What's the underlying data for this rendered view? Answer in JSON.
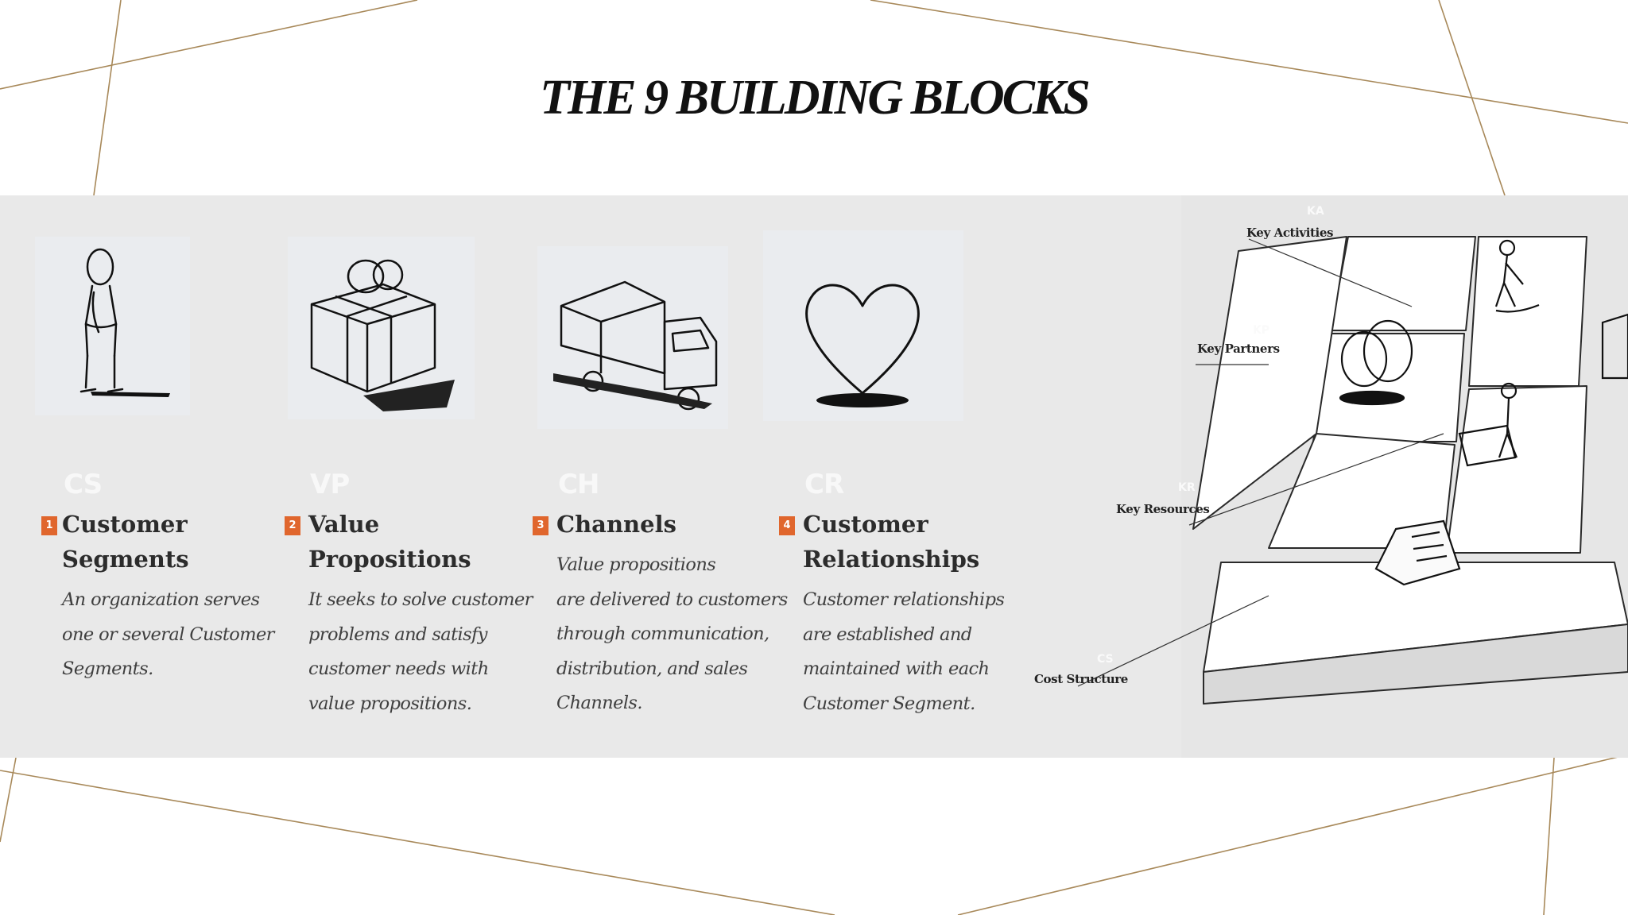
{
  "title": "THE 9 BUILDING BLOCKS",
  "blocks": [
    {
      "code": "CS",
      "number": "1",
      "name_lines": [
        "Customer",
        "Segments"
      ],
      "desc_lines": [
        "An organization serves",
        "one or several Customer",
        "Segments."
      ]
    },
    {
      "code": "VP",
      "number": "2",
      "name_lines": [
        "Value",
        "Propositions"
      ],
      "desc_lines": [
        "It seeks to solve customer",
        "problems and satisfy",
        "customer needs with",
        "value propositions."
      ]
    },
    {
      "code": "CH",
      "number": "3",
      "name_lines": [
        "Channels"
      ],
      "desc_lines": [
        "Value propositions",
        "are delivered to customers",
        "through communication,",
        "distribution, and sales",
        "Channels."
      ]
    },
    {
      "code": "CR",
      "number": "4",
      "name_lines": [
        "Customer",
        "Relationships"
      ],
      "desc_lines": [
        "Customer relationships",
        "are established and",
        "maintained with each",
        "Customer Segment."
      ]
    }
  ],
  "canvas": {
    "key_activities": {
      "label": "Key Activities",
      "code": "KA"
    },
    "key_partners": {
      "label": "Key Partners",
      "code": "KP"
    },
    "key_resources": {
      "label": "Key Resources",
      "code": "KR"
    },
    "cost_structure": {
      "label": "Cost Structure",
      "code": "CS"
    }
  },
  "colors": {
    "accent_lines": "#a8895a",
    "number_badge": "#e0662d",
    "panel_bg": "#e9e9e9"
  }
}
